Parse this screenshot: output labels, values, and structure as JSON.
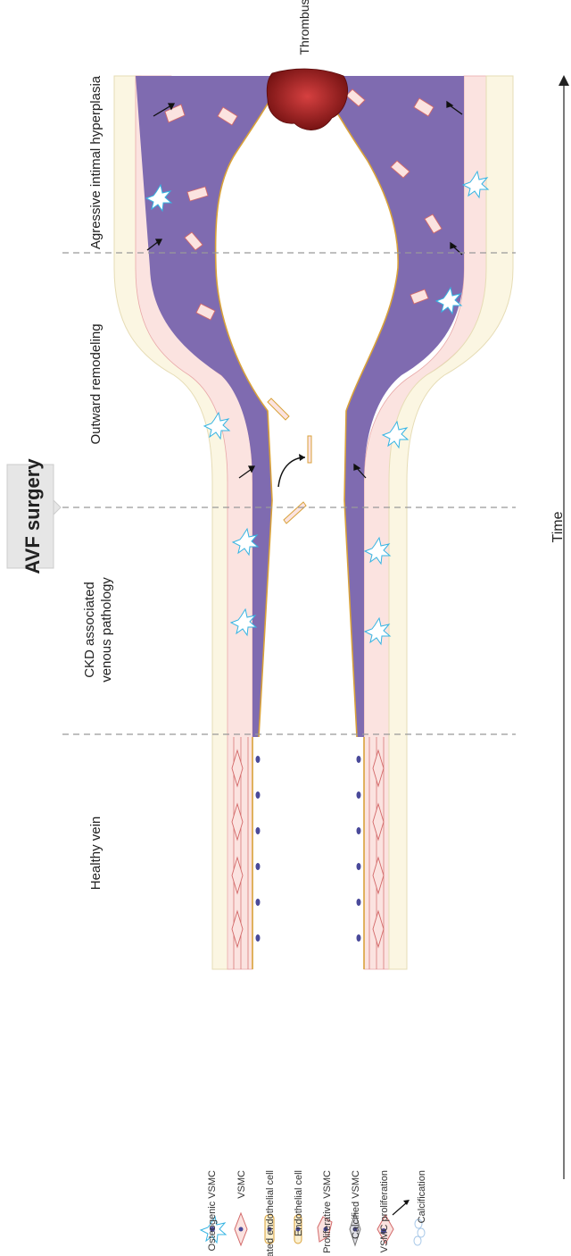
{
  "banner": {
    "text": "AVF surgery"
  },
  "stages": [
    {
      "label": "Healthy vein"
    },
    {
      "label_line1": "CKD associated",
      "label_line2": "venous pathology"
    },
    {
      "label": "Outward remodeling"
    },
    {
      "label": "Agressive intimal hyperplasia"
    }
  ],
  "annotations": {
    "thrombus": "Thrombus",
    "time": "Time"
  },
  "legend": [
    {
      "icon": "osteogenic-vsmc-icon",
      "label": "Osteogenic VSMC"
    },
    {
      "icon": "vsmc-icon",
      "label": "VSMC"
    },
    {
      "icon": "activated-endothelial-cell-icon",
      "label": "Activated endothelial cell"
    },
    {
      "icon": "endothelial-cell-icon",
      "label": "Endothelial cell"
    },
    {
      "icon": "proliferative-vsmc-icon",
      "label": "Proliferative VSMC"
    },
    {
      "icon": "calcified-vsmc-icon",
      "label": "Calcified VSMC"
    },
    {
      "icon": "vsmc-proliferation-icon",
      "label": "VSMC proliferation"
    },
    {
      "icon": "calcification-icon",
      "label": "Calcification"
    }
  ],
  "colors": {
    "intima": "#7f6bb0",
    "media": "#fbe3e0",
    "adventitia": "#fbf6e2",
    "osteogenic": "#35b4e3",
    "vsmc_line": "#d36a6a",
    "nucleus": "#4a4a9a",
    "thrombus": "#8a1a1a",
    "divider": "#999999"
  }
}
